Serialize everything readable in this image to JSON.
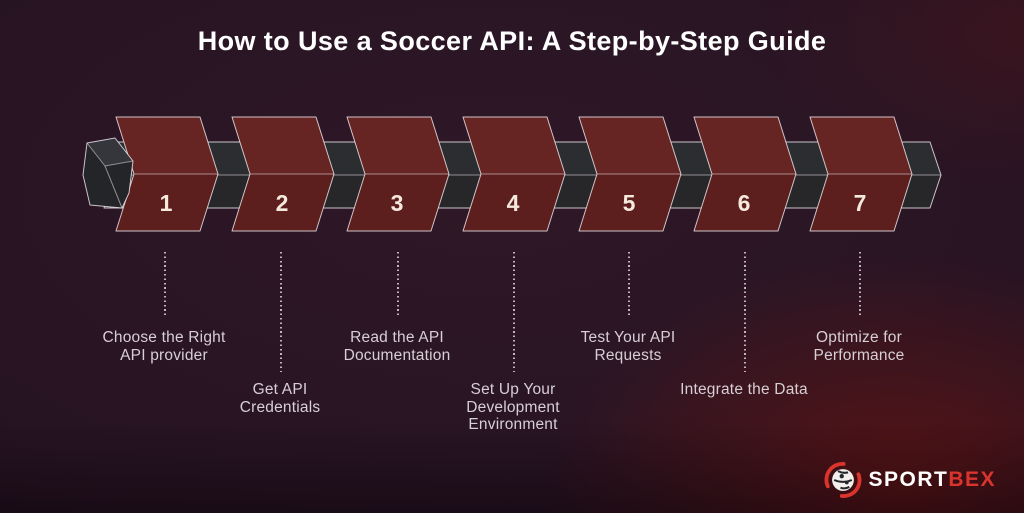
{
  "title": "How to Use a Soccer API: A Step-by-Step Guide",
  "steps": [
    {
      "number": "1",
      "label": "Choose the Right\nAPI provider"
    },
    {
      "number": "2",
      "label": "Get API\nCredentials"
    },
    {
      "number": "3",
      "label": "Read the API\nDocumentation"
    },
    {
      "number": "4",
      "label": "Set Up Your\nDevelopment\nEnvironment"
    },
    {
      "number": "5",
      "label": "Test Your API\nRequests"
    },
    {
      "number": "6",
      "label": "Integrate the Data"
    },
    {
      "number": "7",
      "label": "Optimize for\nPerformance"
    }
  ],
  "brand": {
    "name_primary": "SPORT",
    "name_secondary": "BEX",
    "icon": "soccer-ball-swoosh-icon"
  },
  "colors": {
    "accent-red": "#d9342e",
    "band-top": "#662422",
    "band-bottom": "#5c1f1e",
    "bar-top": "#2c2d30",
    "bar-bottom": "#272729",
    "label-text": "#d8ced6",
    "number-text": "#f5e9dd",
    "title-text": "#ffffff",
    "background": "#261322"
  }
}
